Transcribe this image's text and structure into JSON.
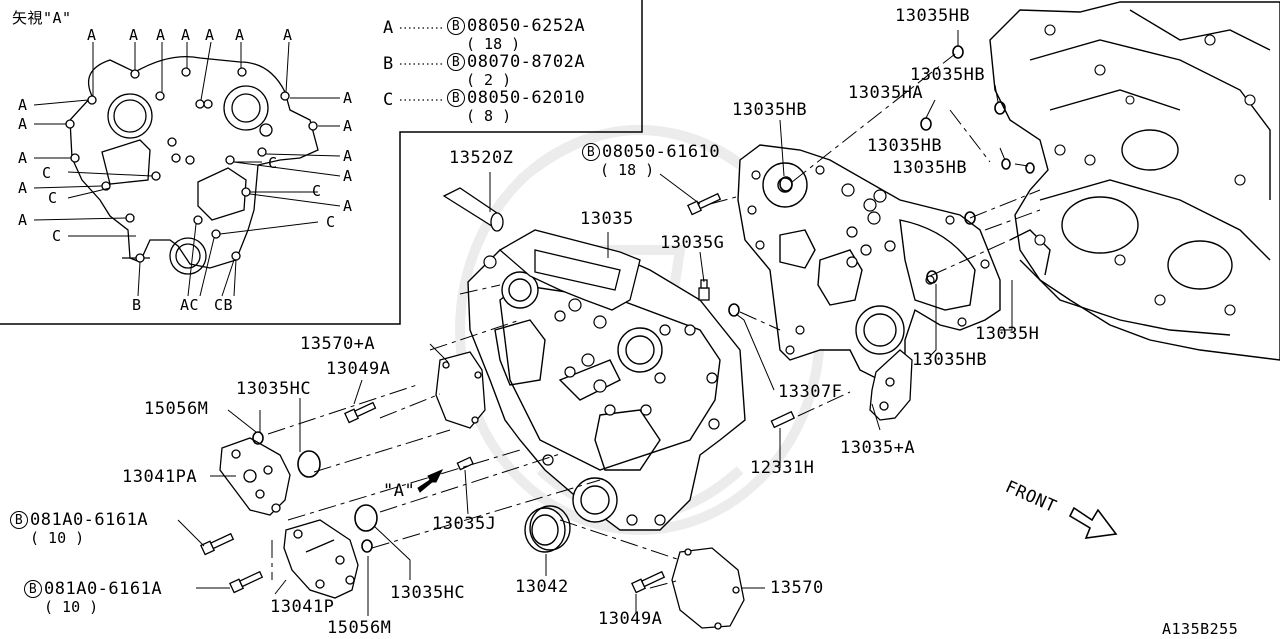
{
  "inset": {
    "title": "矢視\"A\"",
    "callouts": {
      "a": "A",
      "b": "B",
      "c": "C",
      "ac": "AC",
      "cb": "CB"
    }
  },
  "bolt_legend": [
    {
      "key": "A",
      "symbol": "B",
      "part": "08050-6252A",
      "qty": "( 18 )"
    },
    {
      "key": "B",
      "symbol": "B",
      "part": "08070-8702A",
      "qty": "( 2 )"
    },
    {
      "key": "C",
      "symbol": "B",
      "part": "08050-62010",
      "qty": "( 8 )"
    }
  ],
  "bolt_callouts": {
    "top": {
      "symbol": "B",
      "part": "08050-61610",
      "qty": "( 18 )"
    },
    "left_upper": {
      "symbol": "B",
      "part": "081A0-6161A",
      "qty": "( 10 )"
    },
    "left_lower": {
      "symbol": "B",
      "part": "081A0-6161A",
      "qty": "( 10 )"
    }
  },
  "part_labels": {
    "p13520Z": "13520Z",
    "p13035": "13035",
    "p13035G": "13035G",
    "p13035HB_a": "13035HB",
    "p13035HB_b": "13035HB",
    "p13035HB_c": "13035HB",
    "p13035HB_d": "13035HB",
    "p13035HB_e": "13035HB",
    "p13035HB_f": "13035HB",
    "p13035HA": "13035HA",
    "p13035H": "13035H",
    "p13307F": "13307F",
    "p13035plusA": "13035+A",
    "p13570plusA": "13570+A",
    "p13049A_top": "13049A",
    "p13035HC_top": "13035HC",
    "p15056M_top": "15056M",
    "p13041PA": "13041PA",
    "p12331H": "12331H",
    "p13035J": "13035J",
    "p13042": "13042",
    "p13570": "13570",
    "p13049A_bot": "13049A",
    "p13041P": "13041P",
    "p13035HC_bot": "13035HC",
    "p15056M_bot": "15056M",
    "view_arrow": "\"A\"",
    "front": "FRONT"
  },
  "diagram_code": "A135B255"
}
